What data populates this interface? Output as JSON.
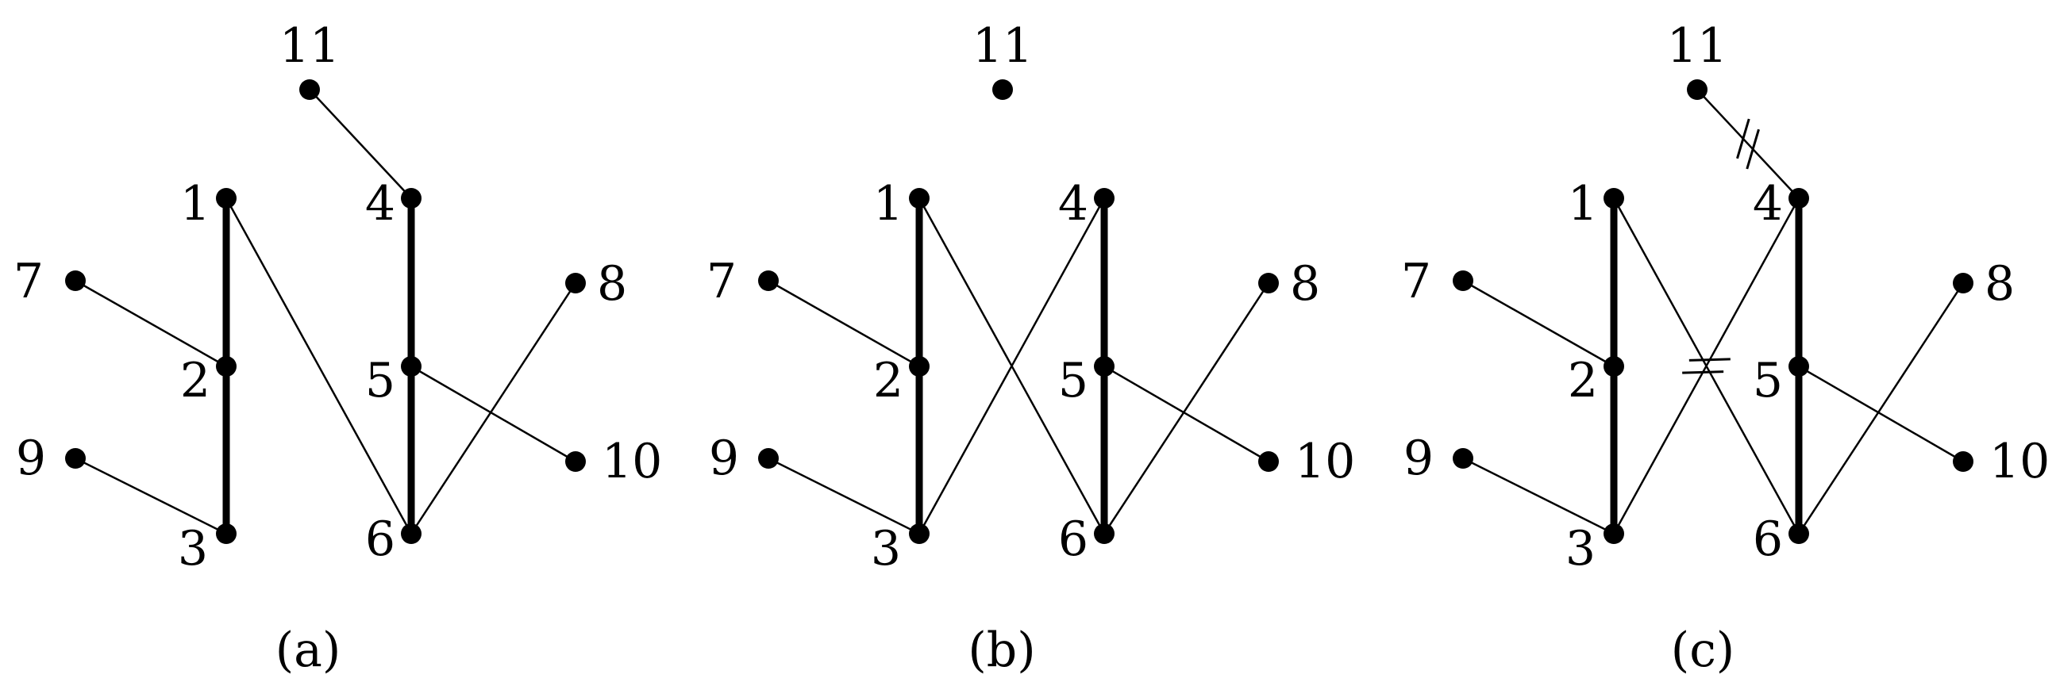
{
  "colors": {
    "ink": "#000000",
    "background": "#ffffff"
  },
  "panels": [
    {
      "caption": "(a)",
      "nodes": [
        {
          "id": 1,
          "label": "1"
        },
        {
          "id": 2,
          "label": "2"
        },
        {
          "id": 3,
          "label": "3"
        },
        {
          "id": 4,
          "label": "4"
        },
        {
          "id": 5,
          "label": "5"
        },
        {
          "id": 6,
          "label": "6"
        },
        {
          "id": 7,
          "label": "7"
        },
        {
          "id": 8,
          "label": "8"
        },
        {
          "id": 9,
          "label": "9"
        },
        {
          "id": 10,
          "label": "10"
        },
        {
          "id": 11,
          "label": "11"
        }
      ],
      "edges": [
        {
          "from": 1,
          "to": 2,
          "style": "thick"
        },
        {
          "from": 2,
          "to": 3,
          "style": "thick"
        },
        {
          "from": 4,
          "to": 5,
          "style": "thick"
        },
        {
          "from": 5,
          "to": 6,
          "style": "thick"
        },
        {
          "from": 1,
          "to": 6,
          "style": "thin"
        },
        {
          "from": 7,
          "to": 2,
          "style": "thin"
        },
        {
          "from": 9,
          "to": 3,
          "style": "thin"
        },
        {
          "from": 11,
          "to": 4,
          "style": "thin"
        },
        {
          "from": 5,
          "to": 10,
          "style": "thin"
        },
        {
          "from": 8,
          "to": 6,
          "style": "thin"
        }
      ]
    },
    {
      "caption": "(b)",
      "nodes": [
        {
          "id": 1,
          "label": "1"
        },
        {
          "id": 2,
          "label": "2"
        },
        {
          "id": 3,
          "label": "3"
        },
        {
          "id": 4,
          "label": "4"
        },
        {
          "id": 5,
          "label": "5"
        },
        {
          "id": 6,
          "label": "6"
        },
        {
          "id": 7,
          "label": "7"
        },
        {
          "id": 8,
          "label": "8"
        },
        {
          "id": 9,
          "label": "9"
        },
        {
          "id": 10,
          "label": "10"
        },
        {
          "id": 11,
          "label": "11"
        }
      ],
      "edges": [
        {
          "from": 1,
          "to": 2,
          "style": "thick"
        },
        {
          "from": 2,
          "to": 3,
          "style": "thick"
        },
        {
          "from": 4,
          "to": 5,
          "style": "thick"
        },
        {
          "from": 5,
          "to": 6,
          "style": "thick"
        },
        {
          "from": 1,
          "to": 6,
          "style": "thin"
        },
        {
          "from": 3,
          "to": 4,
          "style": "thin"
        },
        {
          "from": 7,
          "to": 2,
          "style": "thin"
        },
        {
          "from": 9,
          "to": 3,
          "style": "thin"
        },
        {
          "from": 5,
          "to": 10,
          "style": "thin"
        },
        {
          "from": 8,
          "to": 6,
          "style": "thin"
        }
      ]
    },
    {
      "caption": "(c)",
      "nodes": [
        {
          "id": 1,
          "label": "1"
        },
        {
          "id": 2,
          "label": "2"
        },
        {
          "id": 3,
          "label": "3"
        },
        {
          "id": 4,
          "label": "4"
        },
        {
          "id": 5,
          "label": "5"
        },
        {
          "id": 6,
          "label": "6"
        },
        {
          "id": 7,
          "label": "7"
        },
        {
          "id": 8,
          "label": "8"
        },
        {
          "id": 9,
          "label": "9"
        },
        {
          "id": 10,
          "label": "10"
        },
        {
          "id": 11,
          "label": "11"
        }
      ],
      "edges": [
        {
          "from": 1,
          "to": 2,
          "style": "thick"
        },
        {
          "from": 2,
          "to": 3,
          "style": "thick"
        },
        {
          "from": 4,
          "to": 5,
          "style": "thick"
        },
        {
          "from": 5,
          "to": 6,
          "style": "thick"
        },
        {
          "from": 1,
          "to": 6,
          "style": "thin"
        },
        {
          "from": 3,
          "to": 4,
          "style": "thin-cut"
        },
        {
          "from": 11,
          "to": 4,
          "style": "thin-cut"
        },
        {
          "from": 7,
          "to": 2,
          "style": "thin"
        },
        {
          "from": 9,
          "to": 3,
          "style": "thin"
        },
        {
          "from": 5,
          "to": 10,
          "style": "thin"
        },
        {
          "from": 8,
          "to": 6,
          "style": "thin"
        }
      ]
    }
  ]
}
